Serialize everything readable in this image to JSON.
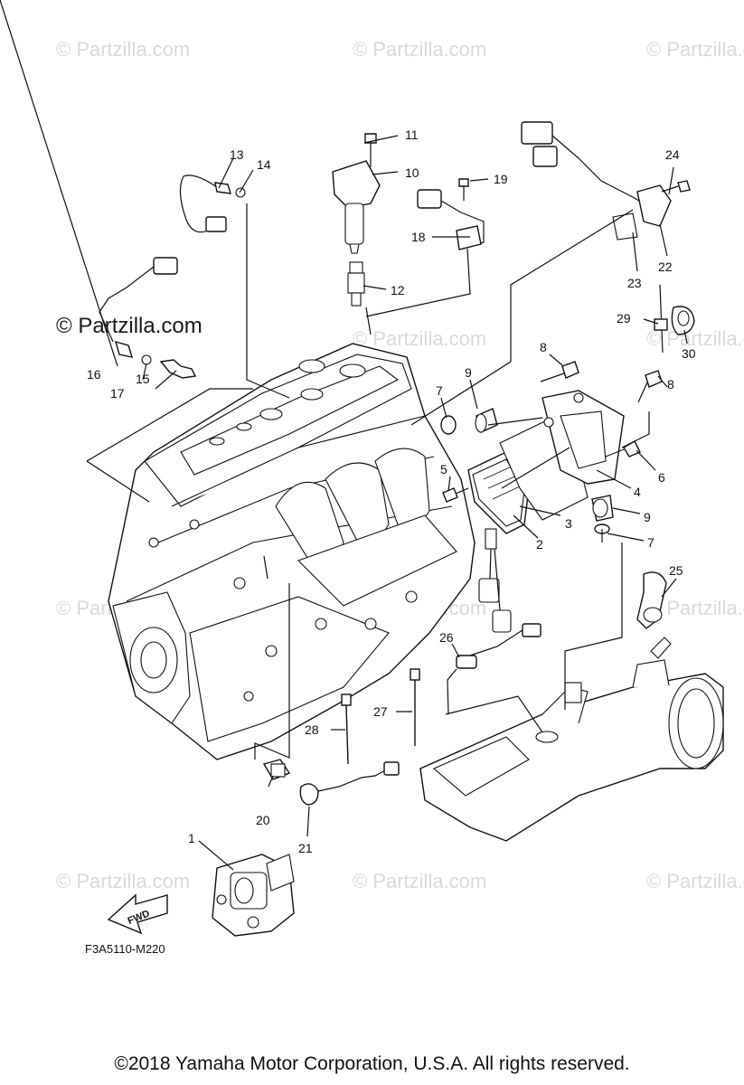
{
  "watermark": {
    "text": "© Partzilla.com"
  },
  "callouts": [
    {
      "id": "1",
      "label": "1"
    },
    {
      "id": "2",
      "label": "2"
    },
    {
      "id": "3",
      "label": "3"
    },
    {
      "id": "4",
      "label": "4"
    },
    {
      "id": "5",
      "label": "5"
    },
    {
      "id": "6",
      "label": "6"
    },
    {
      "id": "7a",
      "label": "7"
    },
    {
      "id": "7b",
      "label": "7"
    },
    {
      "id": "8a",
      "label": "8"
    },
    {
      "id": "8b",
      "label": "8"
    },
    {
      "id": "9a",
      "label": "9"
    },
    {
      "id": "9b",
      "label": "9"
    },
    {
      "id": "10",
      "label": "10"
    },
    {
      "id": "11",
      "label": "11"
    },
    {
      "id": "12",
      "label": "12"
    },
    {
      "id": "13",
      "label": "13"
    },
    {
      "id": "14",
      "label": "14"
    },
    {
      "id": "15",
      "label": "15"
    },
    {
      "id": "16",
      "label": "16"
    },
    {
      "id": "17",
      "label": "17"
    },
    {
      "id": "18",
      "label": "18"
    },
    {
      "id": "19",
      "label": "19"
    },
    {
      "id": "20",
      "label": "20"
    },
    {
      "id": "21",
      "label": "21"
    },
    {
      "id": "22",
      "label": "22"
    },
    {
      "id": "23",
      "label": "23"
    },
    {
      "id": "24",
      "label": "24"
    },
    {
      "id": "25",
      "label": "25"
    },
    {
      "id": "26",
      "label": "26"
    },
    {
      "id": "27",
      "label": "27"
    },
    {
      "id": "28",
      "label": "28"
    },
    {
      "id": "29",
      "label": "29"
    },
    {
      "id": "30",
      "label": "30"
    }
  ],
  "fwd_label": "FWD",
  "diagram_code": "F3A5110-M220",
  "copyright": "©2018  Yamaha Motor Corporation, U.S.A. All rights reserved."
}
